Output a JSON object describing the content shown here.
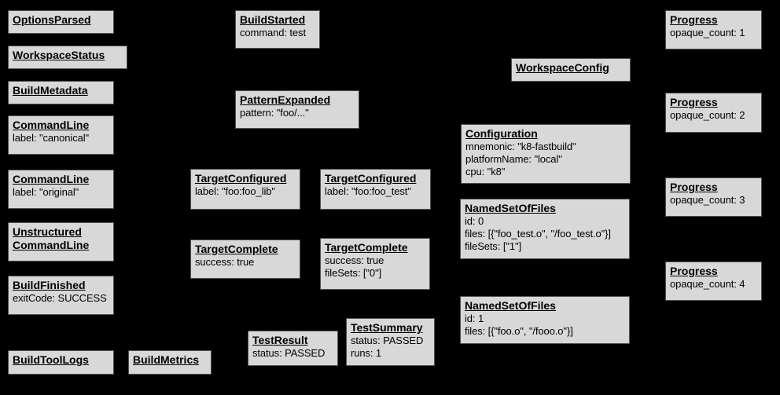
{
  "diagram": {
    "background_color": "#000000",
    "node_fill_color": "#d8d8d8",
    "node_border_color": "#4f4f4f",
    "node_text_color": "#000000"
  },
  "nodes": [
    {
      "title": "OptionsParsed",
      "lines": []
    },
    {
      "title": "WorkspaceStatus",
      "lines": []
    },
    {
      "title": "BuildMetadata",
      "lines": []
    },
    {
      "title": "CommandLine",
      "lines": [
        "label: \"canonical\""
      ]
    },
    {
      "title": "CommandLine",
      "lines": [
        "label: \"original\""
      ]
    },
    {
      "title": "Unstructured\nCommandLine",
      "lines": []
    },
    {
      "title": "BuildFinished",
      "lines": [
        "exitCode: SUCCESS"
      ]
    },
    {
      "title": "BuildToolLogs",
      "lines": []
    },
    {
      "title": "BuildMetrics",
      "lines": []
    },
    {
      "title": "BuildStarted",
      "lines": [
        "command: test"
      ]
    },
    {
      "title": "PatternExpanded",
      "lines": [
        "pattern: \"foo/...\""
      ]
    },
    {
      "title": "TargetConfigured",
      "lines": [
        "label: \"foo:foo_lib\""
      ]
    },
    {
      "title": "TargetConfigured",
      "lines": [
        "label: \"foo:foo_test\""
      ]
    },
    {
      "title": "TargetComplete",
      "lines": [
        "success: true"
      ]
    },
    {
      "title": "TargetComplete",
      "lines": [
        "success: true",
        "fileSets: [\"0\"]"
      ]
    },
    {
      "title": "TestResult",
      "lines": [
        "status: PASSED"
      ]
    },
    {
      "title": "TestSummary",
      "lines": [
        "status: PASSED",
        "runs: 1"
      ]
    },
    {
      "title": "WorkspaceConfig",
      "lines": []
    },
    {
      "title": "Configuration",
      "lines": [
        "mnemonic: \"k8-fastbuild\"",
        "platformName: \"local\"",
        "cpu: \"k8\""
      ]
    },
    {
      "title": "NamedSetOfFiles",
      "lines": [
        "id: 0",
        "files: [{\"foo_test.o\", \"/foo_test.o\"}]",
        "fileSets: [\"1\"]"
      ]
    },
    {
      "title": "NamedSetOfFiles",
      "lines": [
        "id: 1",
        "files: [{\"foo.o\", \"/fooo.o\"}]"
      ]
    },
    {
      "title": "Progress",
      "lines": [
        "opaque_count: 1"
      ]
    },
    {
      "title": "Progress",
      "lines": [
        "opaque_count: 2"
      ]
    },
    {
      "title": "Progress",
      "lines": [
        "opaque_count: 3"
      ]
    },
    {
      "title": "Progress",
      "lines": [
        "opaque_count: 4"
      ]
    }
  ]
}
